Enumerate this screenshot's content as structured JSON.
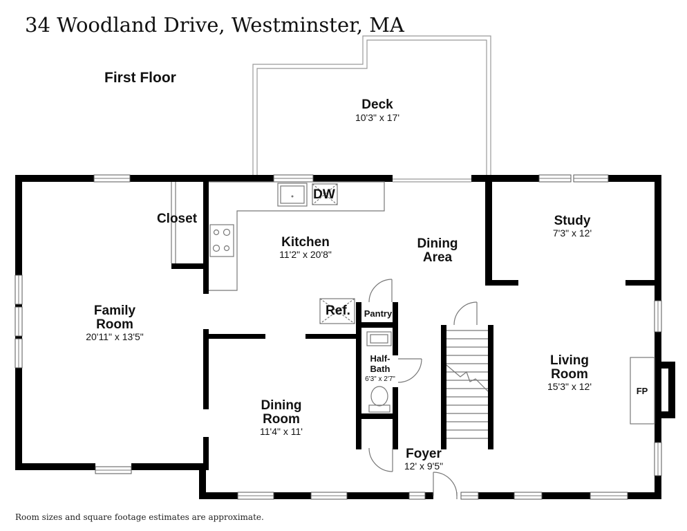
{
  "header": {
    "address": "34 Woodland Drive, Westminster, MA",
    "floor": "First Floor"
  },
  "rooms": {
    "deck": {
      "name": "Deck",
      "dims": "10'3\" x 17'"
    },
    "closet": {
      "name": "Closet"
    },
    "kitchen": {
      "name": "Kitchen",
      "dims": "11'2\" x 20'8\""
    },
    "dw": {
      "name": "DW"
    },
    "dining_area": {
      "name_line1": "Dining",
      "name_line2": "Area"
    },
    "study": {
      "name": "Study",
      "dims": "7'3\" x 12'"
    },
    "family_room": {
      "name_line1": "Family",
      "name_line2": "Room",
      "dims": "20'11\" x 13'5\""
    },
    "ref": {
      "name": "Ref."
    },
    "pantry": {
      "name": "Pantry"
    },
    "half_bath": {
      "name_line1": "Half-",
      "name_line2": "Bath",
      "dims": "6'3\" x 2'7\""
    },
    "living_room": {
      "name_line1": "Living",
      "name_line2": "Room",
      "dims": "15'3\" x 12'"
    },
    "fp": {
      "name": "FP"
    },
    "dining_room": {
      "name_line1": "Dining",
      "name_line2": "Room",
      "dims": "11'4\" x 11'"
    },
    "foyer": {
      "name": "Foyer",
      "dims": "12' x 9'5\""
    }
  },
  "footer": {
    "disclaimer": "Room sizes and square footage estimates are approximate."
  }
}
